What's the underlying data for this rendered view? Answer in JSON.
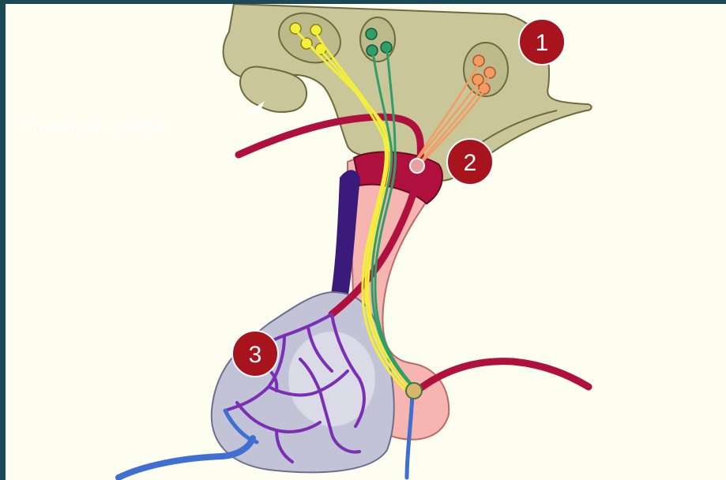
{
  "labels": {
    "marker_1": "1",
    "marker_2": "2",
    "marker_3": "3",
    "faint_caption": "Chiasma optique"
  },
  "colors": {
    "background": "#fdfdf0",
    "frame": "#1b4a57",
    "hypothalamus": "#c9c79a",
    "artery": "#b0103e",
    "stalk": "#f6b5b0",
    "anterior_lobe": "#c2c3d6",
    "capillary": "#7a2fb4",
    "vein": "#3f6fd1",
    "tract_yellow": "#f3ef3a",
    "tract_green": "#2f9e69",
    "tract_orange": "#f59b62",
    "badge": "#a8141e"
  }
}
